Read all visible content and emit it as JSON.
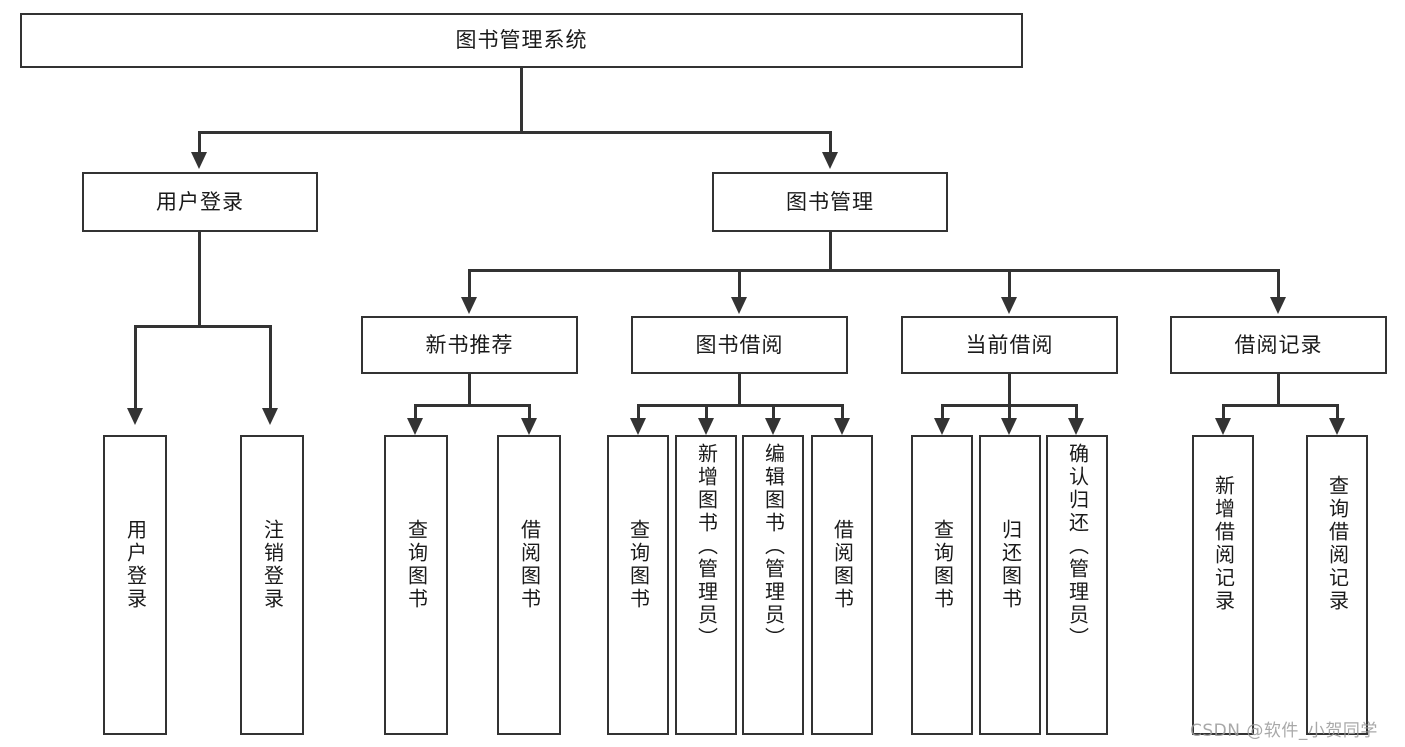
{
  "diagram": {
    "type": "tree-hierarchy-flowchart",
    "title": "图书管理系统",
    "root": {
      "id": "root",
      "label": "图书管理系统",
      "orientation": "horizontal"
    },
    "level2": [
      {
        "id": "user-login",
        "label": "用户登录",
        "orientation": "horizontal"
      },
      {
        "id": "book-manage",
        "label": "图书管理",
        "orientation": "horizontal"
      }
    ],
    "level3": [
      {
        "id": "new-book-recommend",
        "label": "新书推荐",
        "orientation": "horizontal",
        "parent": "book-manage"
      },
      {
        "id": "book-borrow",
        "label": "图书借阅",
        "orientation": "horizontal",
        "parent": "book-manage"
      },
      {
        "id": "current-borrow",
        "label": "当前借阅",
        "orientation": "horizontal",
        "parent": "book-manage"
      },
      {
        "id": "borrow-record",
        "label": "借阅记录",
        "orientation": "horizontal",
        "parent": "book-manage"
      }
    ],
    "leaves": [
      {
        "id": "leaf-user-login",
        "label": "用户登录",
        "orientation": "vertical",
        "parent": "user-login"
      },
      {
        "id": "leaf-user-logout",
        "label": "注销登录",
        "orientation": "vertical",
        "parent": "user-login"
      },
      {
        "id": "leaf-query-book-1",
        "label": "查询图书",
        "orientation": "vertical",
        "parent": "new-book-recommend"
      },
      {
        "id": "leaf-borrow-book-1",
        "label": "借阅图书",
        "orientation": "vertical",
        "parent": "new-book-recommend"
      },
      {
        "id": "leaf-query-book-2",
        "label": "查询图书",
        "orientation": "vertical",
        "parent": "book-borrow"
      },
      {
        "id": "leaf-add-book",
        "label": "新增图书（管理员）",
        "orientation": "vertical",
        "parent": "book-borrow"
      },
      {
        "id": "leaf-edit-book",
        "label": "编辑图书（管理员）",
        "orientation": "vertical",
        "parent": "book-borrow"
      },
      {
        "id": "leaf-borrow-book-2",
        "label": "借阅图书",
        "orientation": "vertical",
        "parent": "book-borrow"
      },
      {
        "id": "leaf-query-book-3",
        "label": "查询图书",
        "orientation": "vertical",
        "parent": "current-borrow"
      },
      {
        "id": "leaf-return-book",
        "label": "归还图书",
        "orientation": "vertical",
        "parent": "current-borrow"
      },
      {
        "id": "leaf-confirm-return",
        "label": "确认归还（管理员）",
        "orientation": "vertical",
        "parent": "current-borrow"
      },
      {
        "id": "leaf-add-record",
        "label": "新增借阅记录",
        "orientation": "vertical",
        "parent": "borrow-record"
      },
      {
        "id": "leaf-query-record",
        "label": "查询借阅记录",
        "orientation": "vertical",
        "parent": "borrow-record"
      }
    ],
    "colors": {
      "stroke": "#333333",
      "fill": "#ffffff",
      "text": "#1a1a1a",
      "watermark": "#9a9a9a"
    }
  },
  "watermark": {
    "text": "CSDN @软件_小贺同学"
  }
}
